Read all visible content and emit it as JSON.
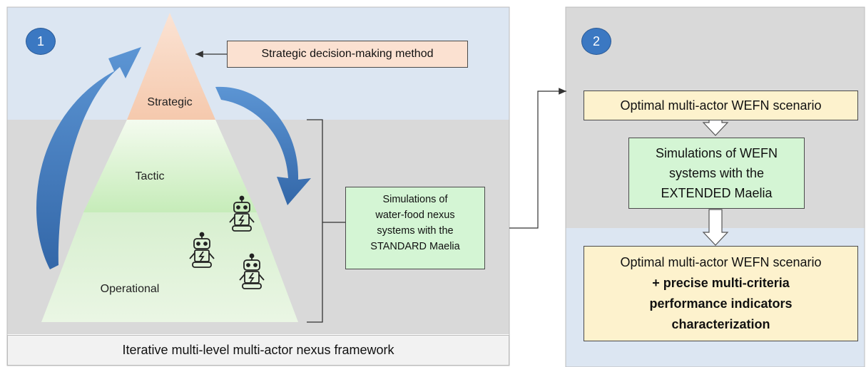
{
  "panel1": {
    "badge": "1",
    "levels": {
      "strategic": "Strategic",
      "tactic": "Tactic",
      "operational": "Operational"
    },
    "strategic_method": "Strategic decision-making method",
    "simulation_lines": [
      "Simulations of",
      "water-food nexus",
      "systems with the",
      "STANDARD Maelia"
    ],
    "footer": "Iterative multi-level multi-actor nexus framework"
  },
  "panel2": {
    "badge": "2",
    "scenario": "Optimal multi-actor WEFN scenario",
    "simulation_lines": [
      "Simulations of WEFN",
      "systems with the",
      "EXTENDED Maelia"
    ],
    "result_lines": [
      "Optimal multi-actor WEFN scenario",
      "+ precise multi-criteria",
      "performance indicators",
      "characterization"
    ]
  },
  "colors": {
    "blue_zone": "#dce6f2",
    "gray_zone": "#d9d9d9",
    "green_box": "#d4f5d4",
    "peach_box": "#fbe1d1",
    "yellow_box": "#fdf2cd",
    "badge_blue": "#3b78c2",
    "arrow_blue": "#3c79c0"
  },
  "icons": [
    "robot-icon",
    "robot-icon",
    "robot-icon",
    "curved-arrow-icon",
    "down-arrow-icon"
  ]
}
